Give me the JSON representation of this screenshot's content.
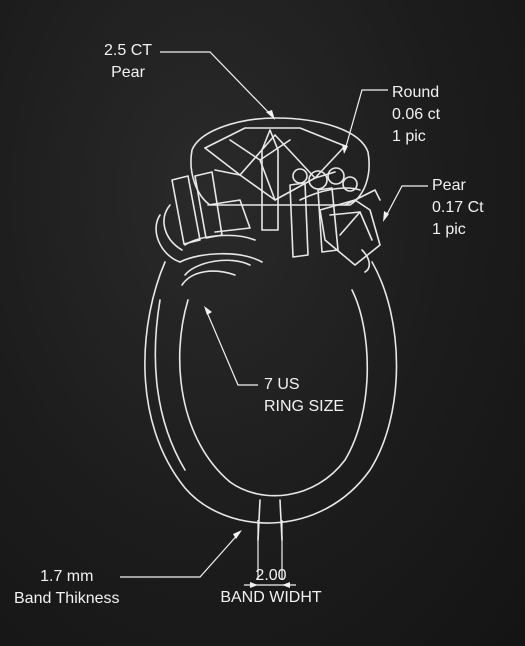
{
  "labels": {
    "main_stone": {
      "weight": "2.5 CT",
      "shape": "Pear"
    },
    "round_stones": {
      "shape": "Round",
      "weight": "0.06 ct",
      "count": "1 pic"
    },
    "pear_side": {
      "shape": "Pear",
      "weight": "0.17 Ct",
      "count": "1 pic"
    },
    "ring_size": {
      "value": "7 US",
      "caption": "RING SIZE"
    },
    "band_thickness": {
      "value": "1.7 mm",
      "caption": "Band Thikness"
    },
    "band_width": {
      "value": "2.00",
      "caption": "BAND WIDHT"
    }
  },
  "colors": {
    "background": "#1b1b1b",
    "chalk": "#f2f2f2"
  }
}
